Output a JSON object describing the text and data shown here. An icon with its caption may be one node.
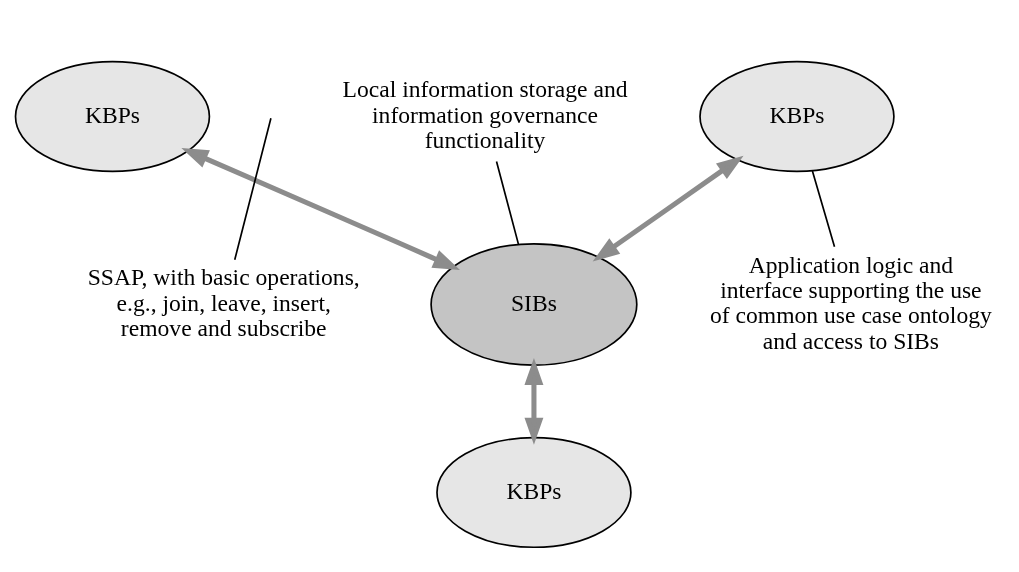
{
  "diagram": {
    "nodes": [
      {
        "text": [
          "KBPs"
        ]
      },
      {
        "text": [
          "Local information storage and information governance functionality"
        ]
      },
      {
        "text": [
          "KBPs"
        ]
      },
      {
        "text": [
          "SIBs"
        ]
      },
      {
        "text": [
          "SSAP, with basic operations, e.g., join, leave, insert, remove and subscribe"
        ]
      },
      {
        "text": [
          "Application logic and interface supporting the use of common use case ontology and access to SIBs"
        ]
      },
      {
        "text": [
          "KBPs"
        ]
      }
    ],
    "edges": [
      {
        "from": 0,
        "to": 3,
        "arrow": "both",
        "style": "thick",
        "color": "#8c8c8c"
      },
      {
        "from": 2,
        "to": 3,
        "arrow": "both",
        "style": "thick",
        "color": "#8c8c8c"
      },
      {
        "from": 3,
        "to": 6,
        "arrow": "both",
        "style": "thick",
        "color": "#8c8c8c"
      },
      {
        "from": 1,
        "to": 3,
        "arrow": "none",
        "color": "#000000"
      },
      {
        "from": 4,
        "to": null,
        "arrow": "none",
        "color": "#000000"
      },
      {
        "from": 5,
        "to": 2,
        "arrow": "none",
        "color": "#000000"
      }
    ]
  }
}
